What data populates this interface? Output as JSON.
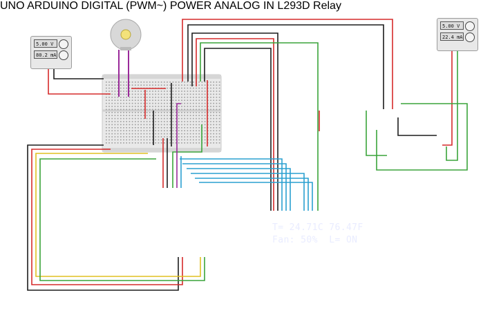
{
  "psu_left": {
    "voltage": "5.00 V",
    "current": "80.2 mA"
  },
  "psu_right": {
    "voltage": "5.00 V",
    "current": "22.4 mA"
  },
  "lcd": {
    "line1": "T= 24.71C 76.47F",
    "line2": "Fan: 50%  L= ON"
  },
  "arduino": {
    "brand": "ARDUINO",
    "model": "UNO",
    "digital_label": "DIGITAL (PWM~)",
    "power_label": "POWER",
    "analog_label": "ANALOG IN"
  },
  "driver_chip": {
    "label": "L293D"
  },
  "relay": {
    "label": "Relay"
  },
  "colors": {
    "wire_red": "#d62a2a",
    "wire_black": "#1c1c1c",
    "wire_green": "#3aa43a",
    "wire_yellow": "#e0c020",
    "wire_blue": "#2aa0d0",
    "wire_purple": "#9a2a9a",
    "arduino_blue": "#1f6fa8",
    "lcd_bg": "#2a3fb0",
    "lcd_frame": "#3f8a3a"
  }
}
